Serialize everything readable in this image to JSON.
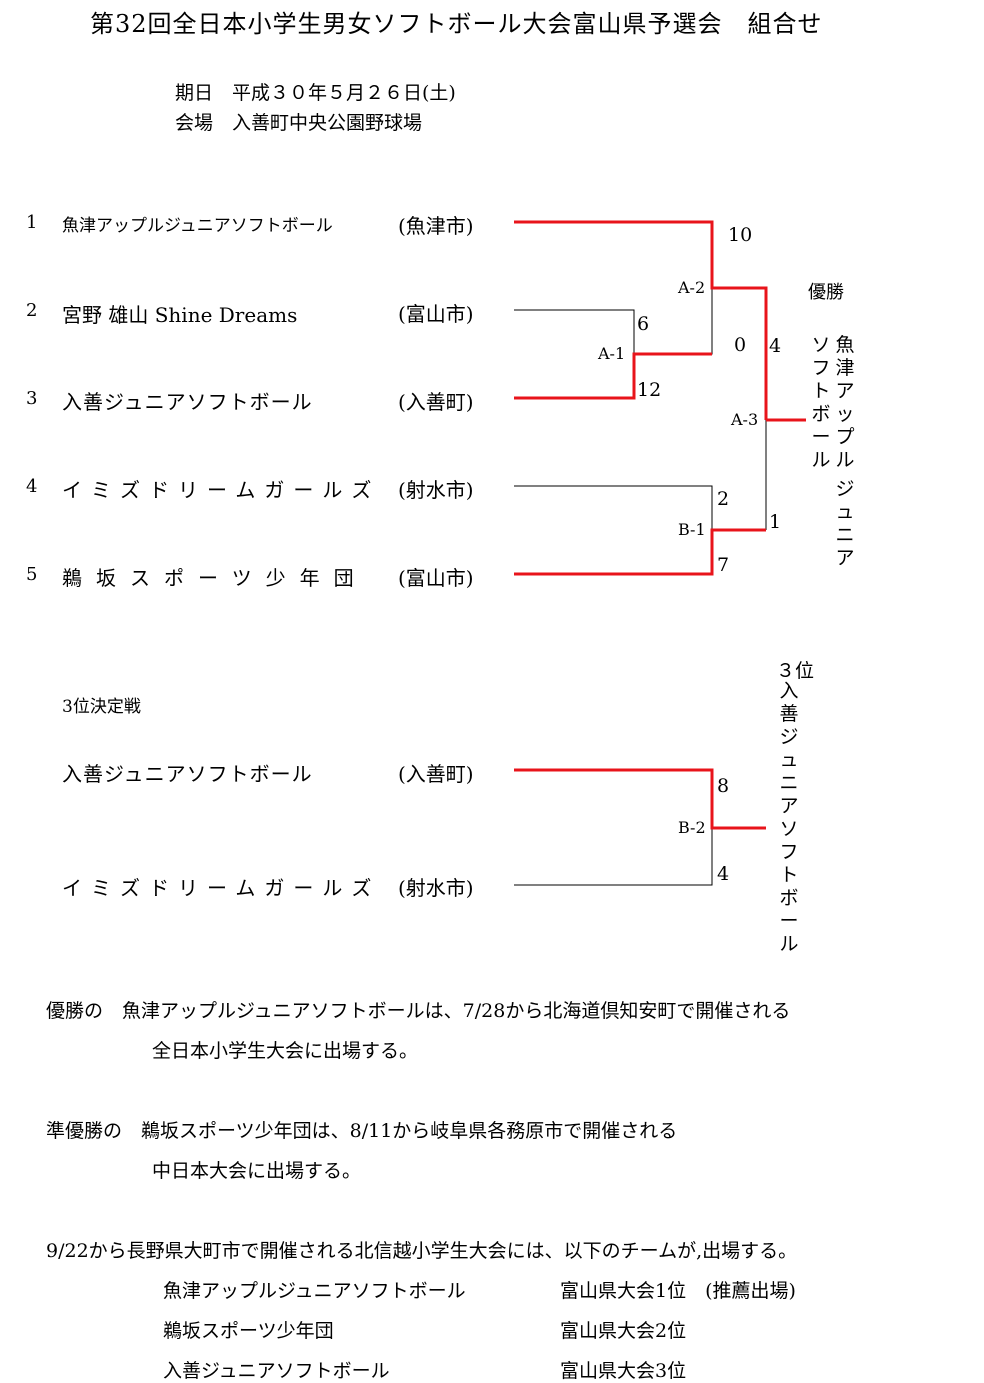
{
  "title": "第32回全日本小学生男女ソフトボール大会富山県予選会　組合せ",
  "info": {
    "date": "期日　平成３０年５月２６日(土)",
    "venue": "会場　入善町中央公園野球場"
  },
  "teams": [
    {
      "no": "1",
      "name": "魚津アップルジュニアソフトボール",
      "city": "(魚津市)"
    },
    {
      "no": "2",
      "name": "宮野 雄山 Shine Dreams",
      "city": "(富山市)"
    },
    {
      "no": "3",
      "name": "入善ジュニアソフトボール",
      "city": "(入善町)"
    },
    {
      "no": "4",
      "name": "イミズドリームガールズ",
      "city": "(射水市)"
    },
    {
      "no": "5",
      "name": "鵜坂スポーツ少年団",
      "city": "(富山市)"
    }
  ],
  "matches": {
    "a1": {
      "label": "A-1",
      "top_score": "6",
      "bottom_score": "12"
    },
    "a2": {
      "label": "A-2",
      "top_score": "10",
      "bottom_score": "0"
    },
    "b1": {
      "label": "B-1",
      "top_score": "2",
      "bottom_score": "7"
    },
    "a3": {
      "label": "A-3",
      "top_score": "4",
      "bottom_score": "1"
    },
    "b2": {
      "label": "B-2",
      "top_score": "8",
      "bottom_score": "4"
    }
  },
  "champion": {
    "label": "優勝",
    "line1": "魚津アップル",
    "line2": "ソフトボール",
    "line3": "ジュニア"
  },
  "third_place_match": {
    "heading": "3位決定戦",
    "team1": {
      "name": "入善ジュニアソフトボール",
      "city": "(入善町)"
    },
    "team2": {
      "name": "イミズドリームガールズ",
      "city": "(射水市)"
    }
  },
  "third_winner": {
    "label": "３位",
    "name": "入善ジュニアソフトボール"
  },
  "notes": {
    "n1_line1": "優勝の　魚津アップルジュニアソフトボールは、7/28から北海道倶知安町で開催される",
    "n1_line2": "全日本小学生大会に出場する。",
    "n2_line1": "準優勝の　鵜坂スポーツ少年団は、8/11から岐阜県各務原市で開催される",
    "n2_line2": "中日本大会に出場する。",
    "n3": "9/22から長野県大町市で開催される北信越小学生大会には、以下のチームが,出場する。"
  },
  "qualifiers": [
    {
      "name": "魚津アップルジュニアソフトボール",
      "rank": "富山県大会1位　(推薦出場)"
    },
    {
      "name": "鵜坂スポーツ少年団",
      "rank": "富山県大会2位"
    },
    {
      "name": "入善ジュニアソフトボール",
      "rank": "富山県大会3位"
    }
  ],
  "colors": {
    "winner_line": "#e8141b",
    "loser_line": "#000000"
  }
}
